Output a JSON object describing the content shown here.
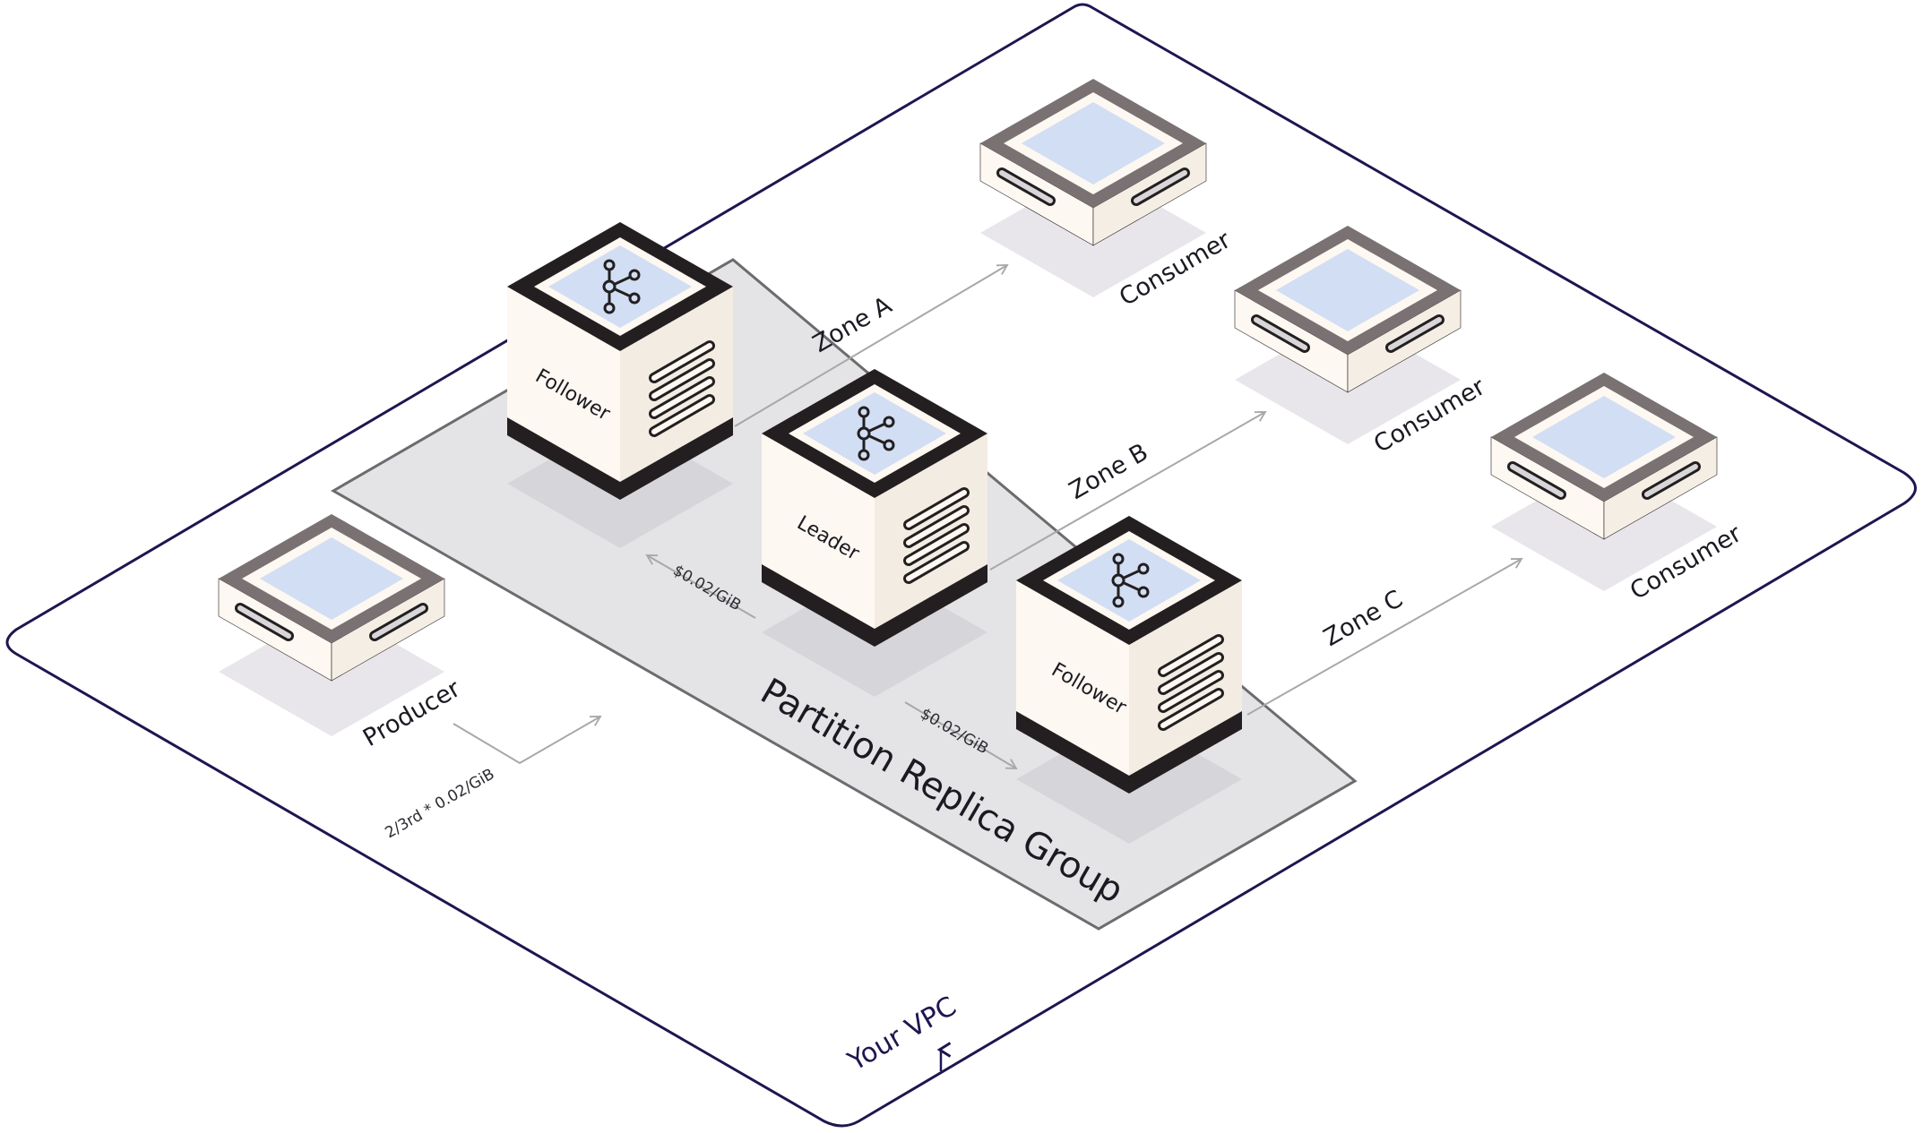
{
  "vpc_label": "Your VPC",
  "group_label": "Partition Replica Group",
  "brokers": [
    {
      "role": "Follower"
    },
    {
      "role": "Leader"
    },
    {
      "role": "Follower"
    }
  ],
  "producer_label": "Producer",
  "consumers": [
    {
      "label": "Consumer"
    },
    {
      "label": "Consumer"
    },
    {
      "label": "Consumer"
    }
  ],
  "zones": [
    {
      "label": "Zone A"
    },
    {
      "label": "Zone B"
    },
    {
      "label": "Zone C"
    }
  ],
  "costs": {
    "producer": "2/3rd * 0.02/GiB",
    "leader_to_follower_a": "$0.02/GiB",
    "leader_to_follower_c": "$0.02/GiB"
  },
  "colors": {
    "vpc_border": "#1e1650",
    "group_fill": "#e4e3e6",
    "group_border": "#6e6b6f",
    "broker_dark": "#231f20",
    "box_body": "#fdf8f1",
    "screen": "#d2def3",
    "device_frame": "#7a7173",
    "shadow": "#e8e6ea",
    "arrow": "#a8a8a8"
  }
}
